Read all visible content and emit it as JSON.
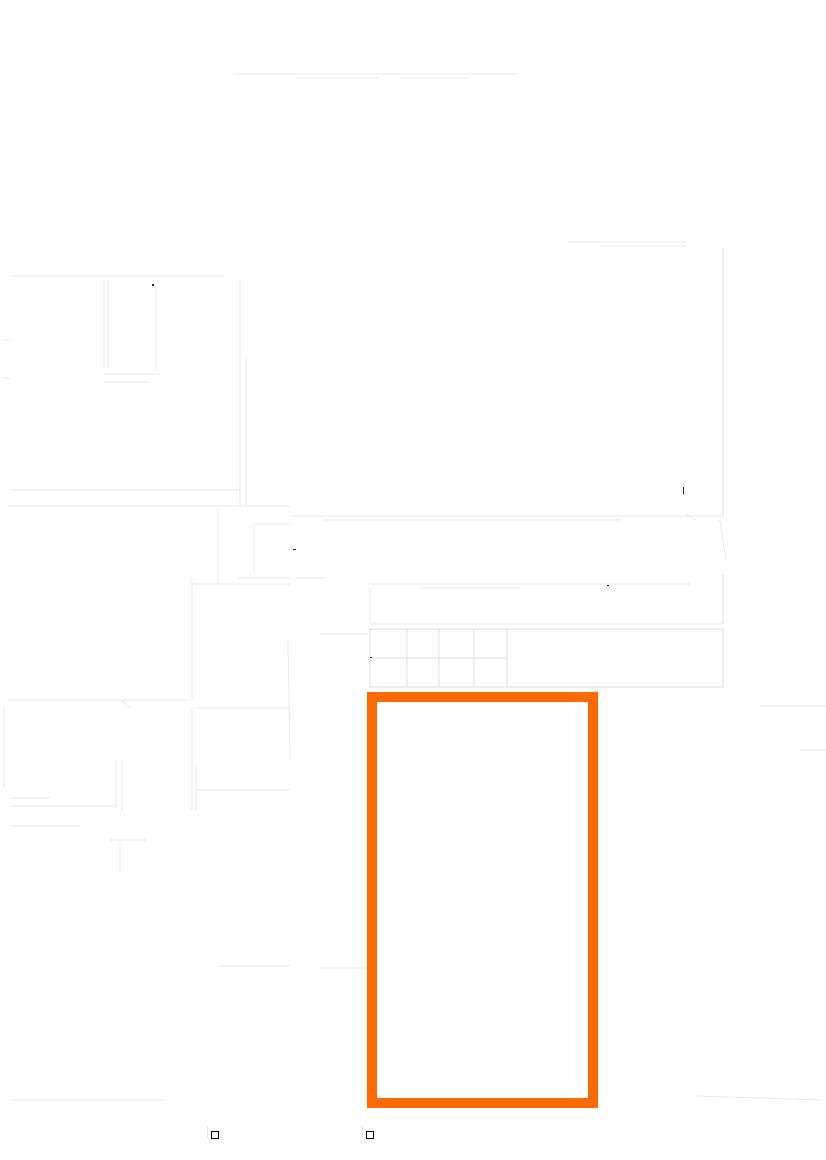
{
  "document": {
    "background_color": "#ffffff",
    "line_color": "#e9e9e9",
    "dark_mark_color": "#222222"
  },
  "selection": {
    "shape": "rectangle",
    "border_color": "#ff6a00"
  },
  "markers": {
    "count": 2,
    "icon": "small-square-icon",
    "color": "#000000"
  },
  "grid_panel": {
    "columns": 5,
    "rows": 2
  }
}
